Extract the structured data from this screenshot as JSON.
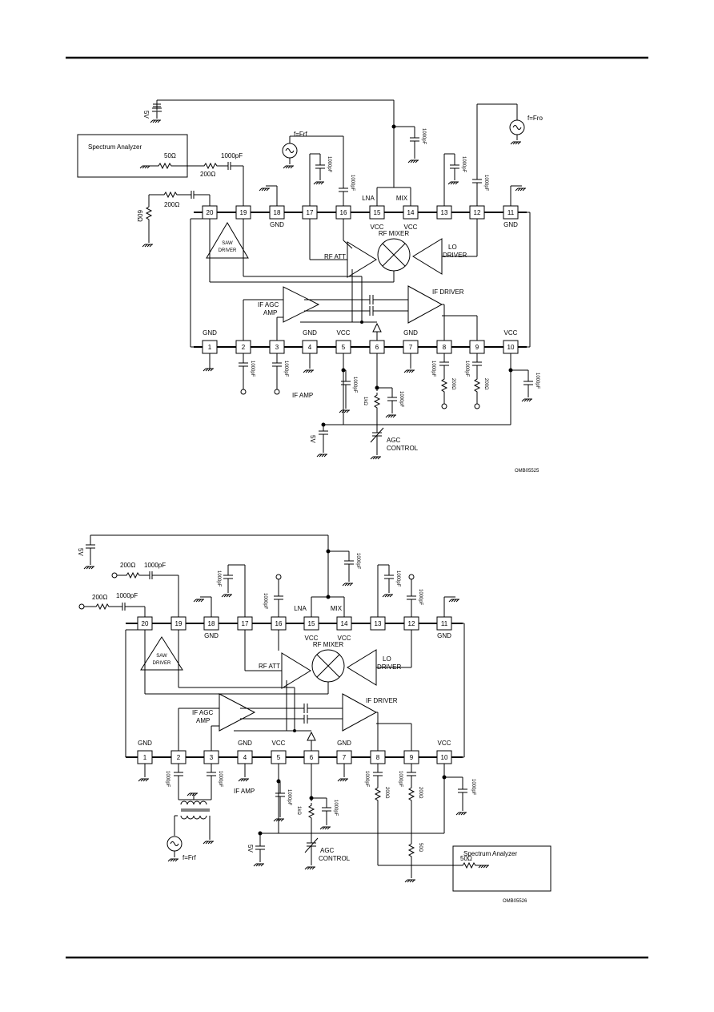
{
  "pins_top": [
    "20",
    "19",
    "18",
    "17",
    "16",
    "15",
    "14",
    "13",
    "12",
    "11"
  ],
  "pins_bottom": [
    "1",
    "2",
    "3",
    "4",
    "5",
    "6",
    "7",
    "8",
    "9",
    "10"
  ],
  "labels": {
    "gnd": "GND",
    "vcc": "VCC",
    "lna": "LNA",
    "mix": "MIX",
    "rf_mixer": "RF MIXER",
    "rf_att": "RF ATT",
    "lo_driver_1": "LO",
    "lo_driver_2": "DRIVER",
    "saw_1": "SAW",
    "saw_2": "DRIVER",
    "if_agc_1": "IF AGC",
    "if_agc_2": "AMP",
    "if_driver": "IF DRIVER",
    "if_amp": "IF AMP",
    "agc_control_1": "AGC",
    "agc_control_2": "CONTROL",
    "spectrum_analyzer": "Spectrum Analyzer",
    "ohm50": "50Ω",
    "ohm200": "200Ω",
    "ohm60": "60Ω",
    "ohm1k": "1kΩ",
    "pf1000": "1000pF",
    "v5": "5V",
    "frf": "f=Frf",
    "fro": "f=Fro"
  },
  "figure1": {
    "code": "OMB05525"
  },
  "figure2": {
    "code": "OMB05526"
  }
}
